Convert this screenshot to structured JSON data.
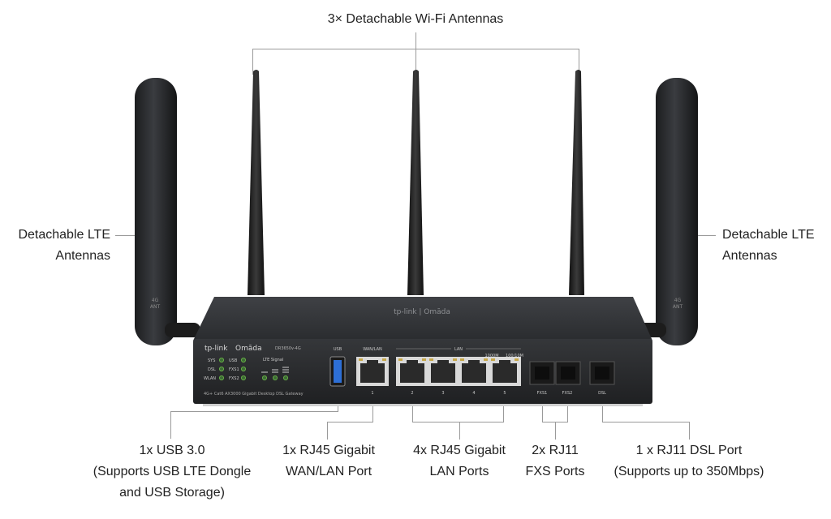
{
  "callouts": {
    "wifi_antennas": "3× Detachable Wi-Fi Antennas",
    "lte_left": [
      "Detachable LTE",
      "Antennas"
    ],
    "lte_right": [
      "Detachable LTE",
      "Antennas"
    ],
    "usb": [
      "1x USB 3.0",
      "(Supports USB LTE Dongle",
      "and USB Storage)"
    ],
    "wan": [
      "1x RJ45 Gigabit",
      "WAN/LAN Port"
    ],
    "lan": [
      "4x RJ45 Gigabit",
      "LAN Ports"
    ],
    "fxs": [
      "2x RJ11",
      "FXS Ports"
    ],
    "dsl": [
      "1 x RJ11 DSL Port",
      "(Supports up to 350Mbps)"
    ]
  },
  "device": {
    "brand": "tp-link",
    "product_line": "Omāda",
    "model": "DR3650v-4G",
    "description": "4G+ Cat6 AX3000 Gigabit Desktop DSL Gateway",
    "top_logo": "tp-link | Omāda",
    "antenna_mark": [
      "4G",
      "ANT"
    ],
    "leds_left": [
      "SYS",
      "DSL",
      "WLAN"
    ],
    "leds_right": [
      "USB",
      "FXS1",
      "FXS2"
    ],
    "lte_signal_label": "LTE Signal",
    "port_labels": {
      "usb": "USB",
      "wan": "WAN/LAN",
      "lan": "LAN",
      "speed_1000": "1000M",
      "speed_100": "100/10M",
      "fxs1": "FXS1",
      "fxs2": "FXS2",
      "dsl": "DSL"
    },
    "port_numbers": [
      "1",
      "2",
      "3",
      "4",
      "5"
    ]
  },
  "colors": {
    "usb_port": "#2d6fd6",
    "led": "#6fbf4a",
    "body": "#2b2d30"
  }
}
